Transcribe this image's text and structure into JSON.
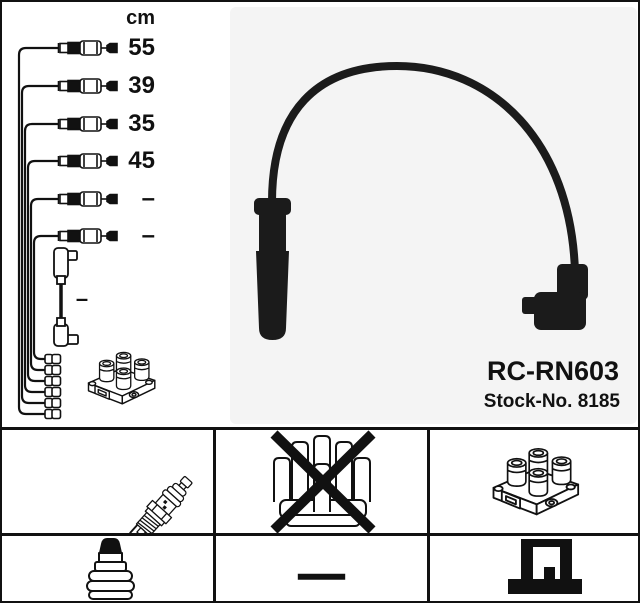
{
  "product": {
    "code": "RC-RN603",
    "stock_no": "Stock-No. 8185"
  },
  "length_column": {
    "unit": "cm",
    "values": [
      "55",
      "39",
      "35",
      "45",
      "–",
      "–"
    ],
    "coil_wire_value": "–"
  },
  "symbol_table": {
    "middle_dash": "—",
    "icons": {
      "cell_1_1": "spark-plug",
      "cell_1_2": "distributor-cap-crossed-out",
      "cell_1_3": "ignition-coil-pack",
      "cell_2_1": "plug-terminal-nut",
      "cell_2_2": "dash-none",
      "cell_2_3": "coil-terminal-socket"
    }
  },
  "colors": {
    "line": "#111111",
    "cable": "#1b1b1b",
    "photo_bg": "#f4f4f4"
  }
}
